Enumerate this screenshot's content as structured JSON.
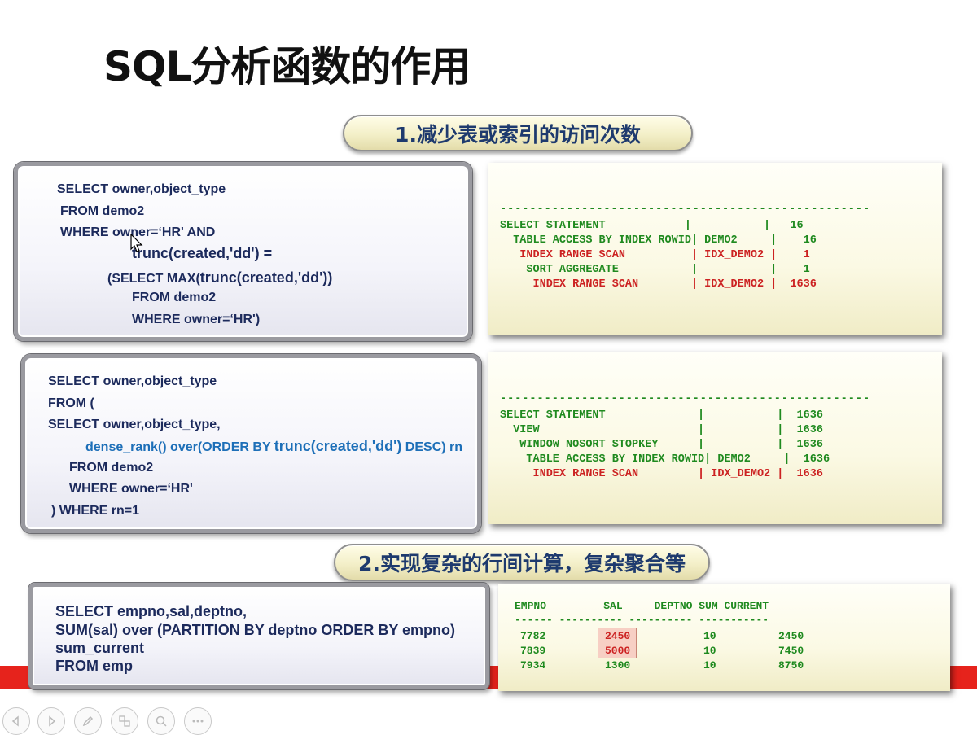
{
  "slide": {
    "title": "SQL分析函数的作用",
    "section1_title": "1.减少表或索引的访问次数",
    "section2_title": "2.实现复杂的行间计算，复杂聚合等"
  },
  "sql_box_1": {
    "lines": [
      "SELECT owner,object_type",
      "FROM demo2",
      "WHERE owner=‘HR' AND",
      "trunc(created,'dd') =",
      "(SELECT MAX(",
      "trunc(created,'dd'))",
      "FROM demo2",
      "WHERE owner=‘HR')"
    ]
  },
  "plan_1": {
    "separator": "--------------------------------------------------",
    "rows": [
      {
        "op": "SELECT STATEMENT            |           |   16",
        "color": "green"
      },
      {
        "op": "  TABLE ACCESS BY INDEX ROWID| DEMO2     |    16",
        "color": "green"
      },
      {
        "op": "   INDEX RANGE SCAN          | IDX_DEMO2 |    1",
        "color": "red"
      },
      {
        "op": "    SORT AGGREGATE           |           |    1",
        "color": "green"
      },
      {
        "op": "     INDEX RANGE SCAN        | IDX_DEMO2 |  1636",
        "color": "red"
      }
    ]
  },
  "sql_box_2": {
    "lines": [
      "SELECT owner,object_type",
      "FROM (",
      "SELECT owner,object_type,",
      "dense_rank() over(ORDER BY ",
      "trunc(created,'dd')",
      " DESC) rn",
      "FROM demo2",
      "WHERE owner=‘HR'",
      ") WHERE rn=1"
    ]
  },
  "plan_2": {
    "separator": "--------------------------------------------------",
    "rows": [
      {
        "op": "SELECT STATEMENT              |           |  1636",
        "color": "green"
      },
      {
        "op": "  VIEW                        |           |  1636",
        "color": "green"
      },
      {
        "op": "   WINDOW NOSORT STOPKEY      |           |  1636",
        "color": "green"
      },
      {
        "op": "    TABLE ACCESS BY INDEX ROWID| DEMO2     |  1636",
        "color": "green"
      },
      {
        "op": "     INDEX RANGE SCAN         | IDX_DEMO2 |  1636",
        "color": "red"
      }
    ]
  },
  "sql_box_3": {
    "lines": [
      "SELECT empno,sal,deptno,",
      "SUM(sal) over (PARTITION BY deptno ORDER BY empno)",
      "sum_current",
      "FROM emp"
    ]
  },
  "result_table": {
    "header": "EMPNO         SAL     DEPTNO SUM_CURRENT",
    "underline": "------ ---------- ---------- -----------",
    "rows": [
      {
        "empno": "7782",
        "sal": "2450",
        "deptno": "10",
        "sum_current": "2450"
      },
      {
        "empno": "7839",
        "sal": "5000",
        "deptno": "10",
        "sum_current": "7450"
      },
      {
        "empno": "7934",
        "sal": "1300",
        "deptno": "10",
        "sum_current": "8750"
      }
    ],
    "highlight_color": "#f7cfc4"
  },
  "colors": {
    "accent_red": "#e6231c",
    "plan_green": "#1f8a1f",
    "plan_red": "#cc2222",
    "sql_text": "#1c2a5c",
    "function_blue": "#1d6fb8"
  },
  "nav_icons": [
    "prev-icon",
    "next-icon",
    "pen-icon",
    "slides-icon",
    "zoom-icon",
    "more-icon"
  ]
}
